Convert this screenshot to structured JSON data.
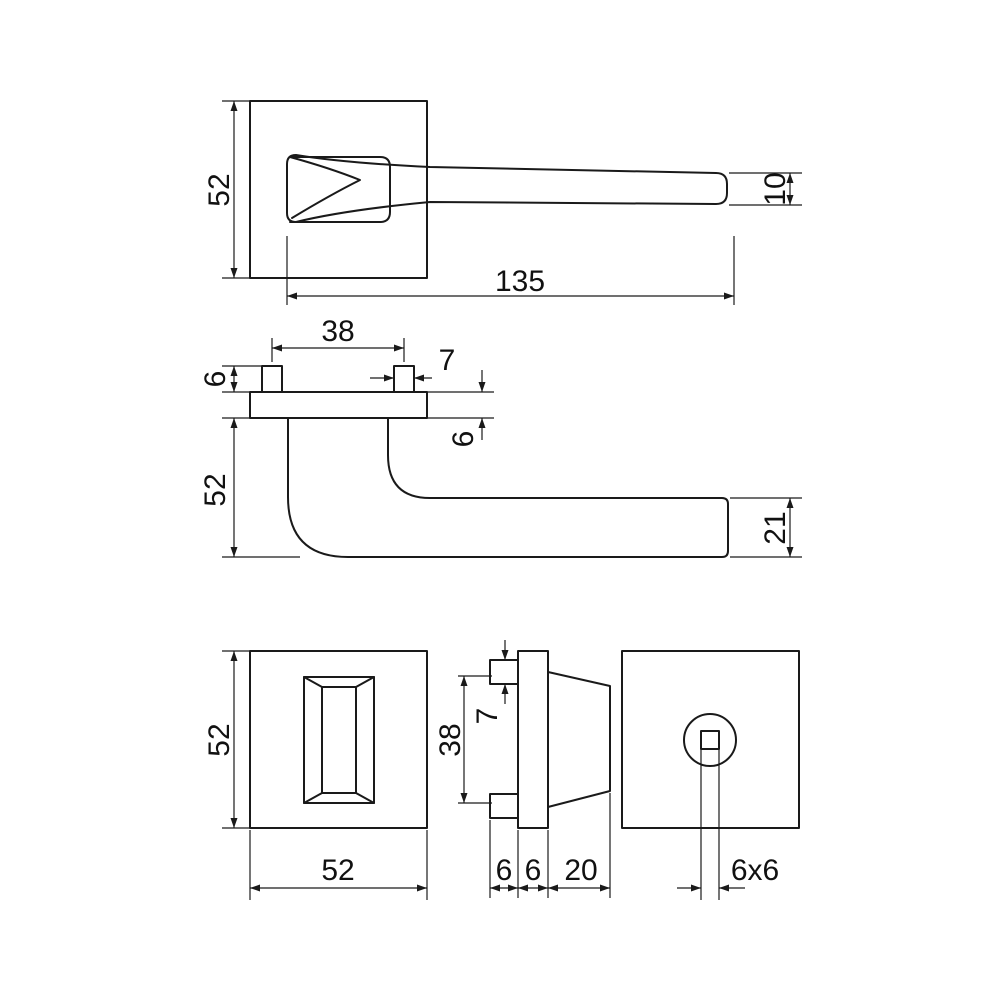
{
  "dimensions": {
    "top_height": "52",
    "handle_thickness": "10",
    "handle_length": "135",
    "pin_spacing": "38",
    "pin_height": "6",
    "pin_width": "7",
    "rose_thickness": "6",
    "side_height": "52",
    "grip_height": "21",
    "turn_rose_height": "52",
    "turn_rose_width": "52",
    "turn_pin_spacing": "38",
    "turn_pin_width": "7",
    "depth_a": "6",
    "depth_b": "6",
    "depth_c": "20",
    "square_spindle": "6x6"
  },
  "colors": {
    "line": "#1a1a1a",
    "background": "#ffffff"
  }
}
